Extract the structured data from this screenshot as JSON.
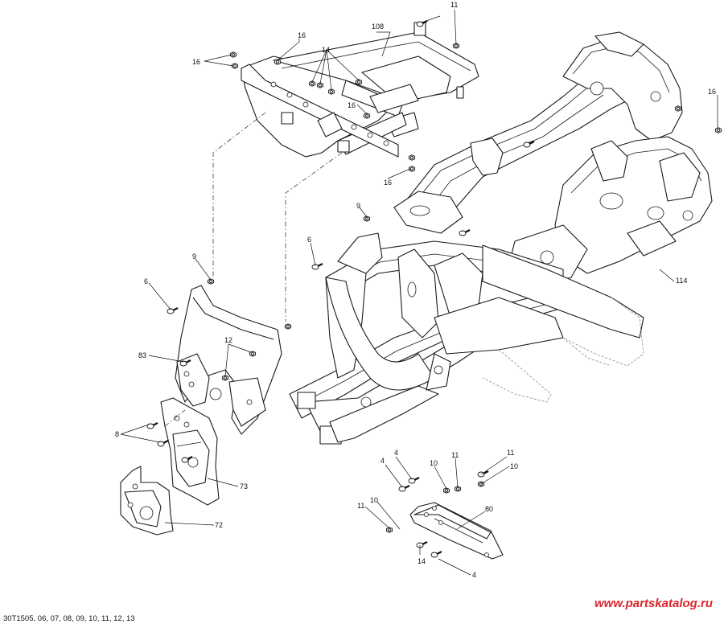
{
  "diagram": {
    "callouts": [
      {
        "id": "c108",
        "text": "108"
      },
      {
        "id": "c11a",
        "text": "11"
      },
      {
        "id": "c16a",
        "text": "16"
      },
      {
        "id": "c16b",
        "text": "16"
      },
      {
        "id": "c14a",
        "text": "14"
      },
      {
        "id": "c16c",
        "text": "16"
      },
      {
        "id": "c16d",
        "text": "16"
      },
      {
        "id": "c16e",
        "text": "16"
      },
      {
        "id": "c9a",
        "text": "9"
      },
      {
        "id": "c6a",
        "text": "6"
      },
      {
        "id": "c114",
        "text": "114"
      },
      {
        "id": "c9b",
        "text": "9"
      },
      {
        "id": "c6b",
        "text": "6"
      },
      {
        "id": "c12",
        "text": "12"
      },
      {
        "id": "c83",
        "text": "83"
      },
      {
        "id": "c8",
        "text": "8"
      },
      {
        "id": "c73",
        "text": "73"
      },
      {
        "id": "c72",
        "text": "72"
      },
      {
        "id": "c4a",
        "text": "4"
      },
      {
        "id": "c4b",
        "text": "4"
      },
      {
        "id": "c10a",
        "text": "10"
      },
      {
        "id": "c11b",
        "text": "11"
      },
      {
        "id": "c11c",
        "text": "11"
      },
      {
        "id": "c10b",
        "text": "10"
      },
      {
        "id": "c11d",
        "text": "11"
      },
      {
        "id": "c10c",
        "text": "10"
      },
      {
        "id": "c80",
        "text": "80"
      },
      {
        "id": "c14b",
        "text": "14"
      },
      {
        "id": "c4c",
        "text": "4"
      }
    ]
  },
  "footer": {
    "code": "30T1505, 06, 07, 08, 09, 10, 11, 12, 13",
    "watermark": "www.partskatalog.ru"
  },
  "colors": {
    "line": "#1a1a1a",
    "watermark": "#d9262c"
  }
}
